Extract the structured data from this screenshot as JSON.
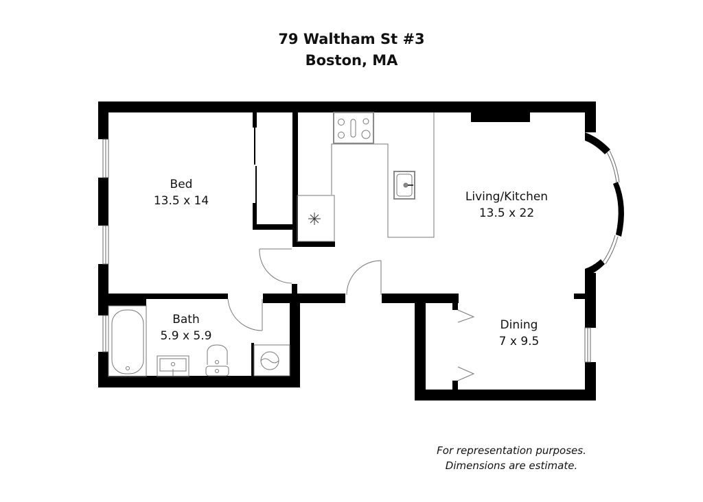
{
  "header": {
    "address_line1": "79 Waltham St #3",
    "address_line2": "Boston, MA"
  },
  "rooms": [
    {
      "name": "Bed",
      "dimensions": "13.5 x 14"
    },
    {
      "name": "Living/Kitchen",
      "dimensions": "13.5 x 22"
    },
    {
      "name": "Bath",
      "dimensions": "5.9 x 5.9"
    },
    {
      "name": "Dining",
      "dimensions": "7 x 9.5"
    }
  ],
  "fixtures": [
    "range-stove",
    "kitchen-sink",
    "refrigerator",
    "bathtub",
    "bathroom-vanity-sink",
    "toilet",
    "washer"
  ],
  "footer": {
    "note_line1": "For representation purposes.",
    "note_line2": "Dimensions are estimate."
  },
  "colors": {
    "wall": "#000000",
    "fixture_line": "#777777",
    "background": "#ffffff"
  }
}
